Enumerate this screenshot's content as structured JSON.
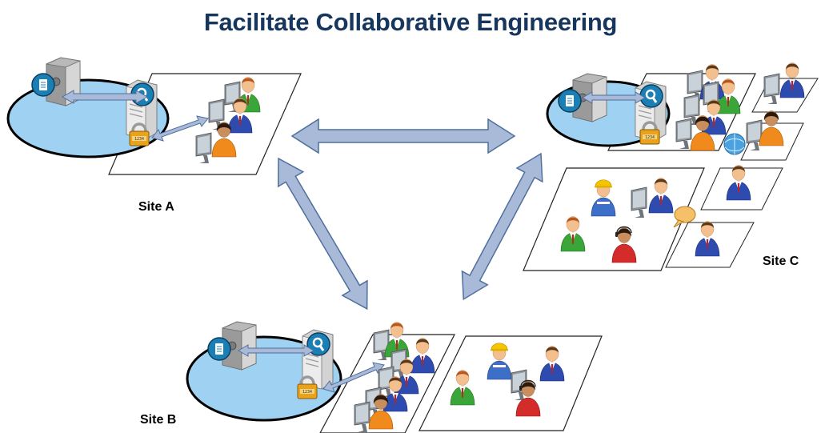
{
  "title": "Facilitate Collaborative Engineering",
  "sites": {
    "a": {
      "label": "Site A"
    },
    "b": {
      "label": "Site B"
    },
    "c": {
      "label": "Site C"
    }
  },
  "icons": [
    "vault-server-icon",
    "query-server-icon",
    "padlock-icon",
    "workstation-user-icon",
    "engineer-hardhat-icon",
    "globe-icon",
    "speech-bubble-icon"
  ],
  "colors": {
    "title": "#17365d",
    "pool_fill": "#9fd2f2",
    "arrow_fill": "#a8bad8",
    "arrow_stroke": "#4f6f9d"
  }
}
